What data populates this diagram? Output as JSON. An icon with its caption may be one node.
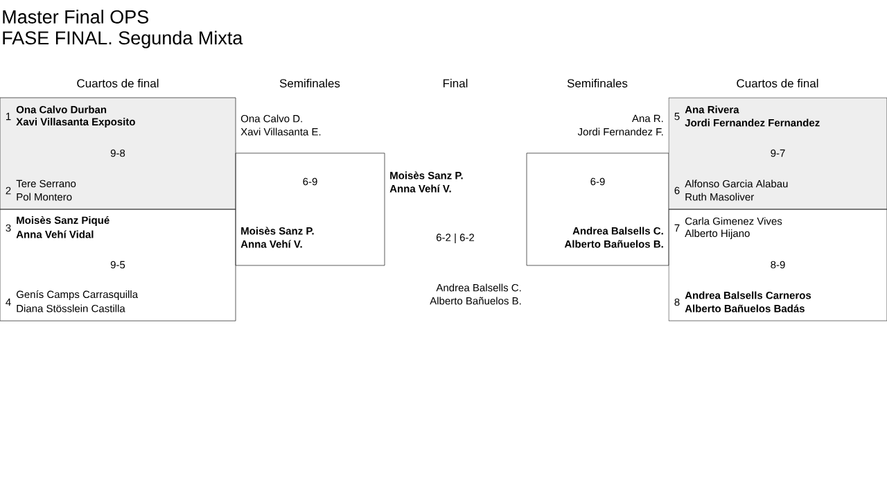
{
  "diagram": {
    "title": "Master Final OPS",
    "nodes": [
      {
        "text": [
          "1",
          "Ona Calvo Durban",
          "Xavi Villasanta Exposito",
          "9-8",
          "2",
          "Tere Serrano",
          "Pol Montero"
        ]
      },
      {
        "text": [
          "3",
          "Moisès Sanz Piqué",
          "Anna Vehí Vidal",
          "9-5",
          "4",
          "Genís Camps Carrasquilla",
          "Diana Stösslein Castilla"
        ]
      },
      {
        "text": [
          "Ona Calvo D.",
          "Xavi Villasanta E.",
          "6-9",
          "Moisès Sanz P.",
          "Anna Vehí V."
        ]
      },
      {
        "text": [
          "Ana R.",
          "Jordi Fernandez F.",
          "6-9",
          "Andrea Balsells C.",
          "Alberto Bañuelos B."
        ]
      },
      {
        "text": [
          "5",
          "Ana Rivera",
          "Jordi Fernandez Fernandez",
          "9-7",
          "6",
          "Alfonso Garcia Alabau",
          "Ruth Masoliver"
        ]
      },
      {
        "text": [
          "7",
          "Carla Gimenez Vives",
          "Alberto Hijano",
          "8-9",
          "8",
          "Andrea Balsells Carneros",
          "Alberto Bañuelos Badás"
        ]
      }
    ],
    "labels": [
      "FASE FINAL. Segunda Mixta",
      "Cuartos de final",
      "Semifinales",
      "Final",
      "Semifinales",
      "Cuartos de final",
      "Moisès Sanz P.",
      "Anna Vehí V.",
      "6-2 | 6-2",
      "Andrea Balsells C.",
      "Alberto Bañuelos B."
    ]
  }
}
